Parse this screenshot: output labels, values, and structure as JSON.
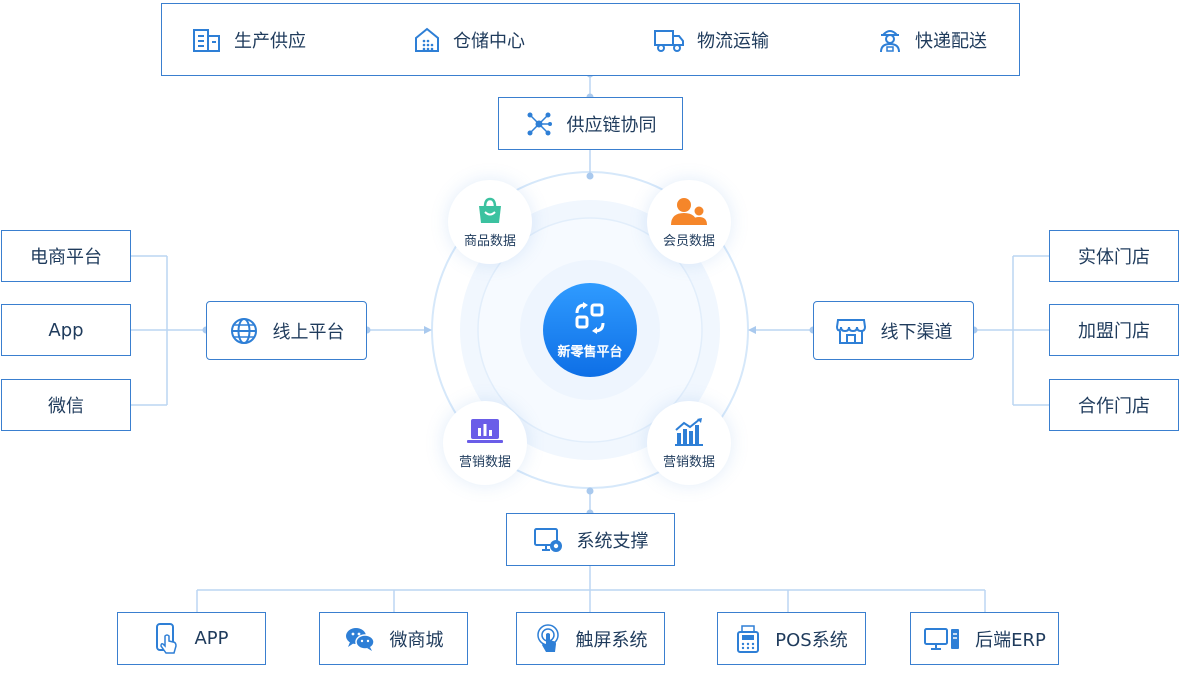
{
  "supply_bar": {
    "items": [
      {
        "label": "生产供应",
        "icon": "factory-icon"
      },
      {
        "label": "仓储中心",
        "icon": "warehouse-icon"
      },
      {
        "label": "物流运输",
        "icon": "truck-icon"
      },
      {
        "label": "快递配送",
        "icon": "courier-icon"
      }
    ]
  },
  "supply_chain": {
    "label": "供应链协同"
  },
  "center": {
    "label": "新零售平台"
  },
  "data_nodes": {
    "top_left": "商品数据",
    "top_right": "会员数据",
    "bottom_left": "营销数据",
    "bottom_right": "营销数据"
  },
  "online": {
    "label": "线上平台",
    "sources": [
      "电商平台",
      "App",
      "微信"
    ]
  },
  "offline": {
    "label": "线下渠道",
    "sources": [
      "实体门店",
      "加盟门店",
      "合作门店"
    ]
  },
  "system_support": {
    "label": "系统支撑"
  },
  "systems": [
    {
      "label": "APP",
      "icon": "phone-touch-icon"
    },
    {
      "label": "微商城",
      "icon": "wechat-icon"
    },
    {
      "label": "触屏系统",
      "icon": "touch-screen-icon"
    },
    {
      "label": "POS系统",
      "icon": "pos-terminal-icon"
    },
    {
      "label": "后端ERP",
      "icon": "server-computer-icon"
    }
  ],
  "colors": {
    "accent": "#3a7fcf",
    "brand": "#1e8bff",
    "orange": "#f5862a",
    "green": "#3cc2a0",
    "purple": "#6a5de8"
  }
}
